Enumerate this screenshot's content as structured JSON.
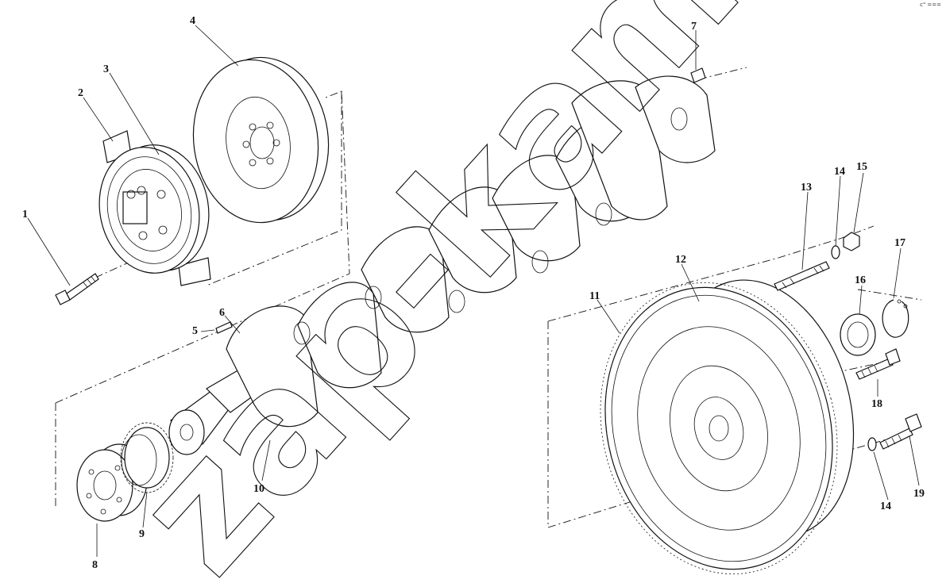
{
  "corner_mark": "c\" ===",
  "watermark": "zap-kam.ru",
  "callouts": [
    "1",
    "2",
    "3",
    "4",
    "5",
    "6",
    "7",
    "8",
    "9",
    "10",
    "11",
    "12",
    "13",
    "14",
    "15",
    "16",
    "17",
    "18",
    "19",
    "14"
  ]
}
